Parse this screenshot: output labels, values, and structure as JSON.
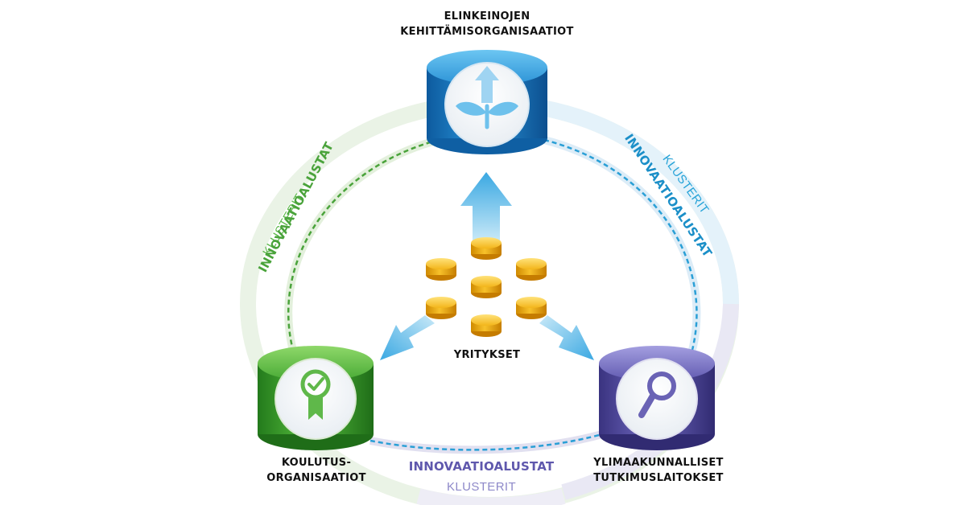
{
  "nodes": {
    "top": {
      "line1": "ELINKEINOJEN",
      "line2": "KEHITTÄMISORGANISAATIOT",
      "icon": "sprout-icon"
    },
    "left": {
      "line1": "KOULUTUS-",
      "line2": "ORGANISAATIOT",
      "icon": "award-ribbon-icon"
    },
    "right": {
      "line1": "YLIMAAKUNNALLISET",
      "line2": "TUTKIMUSLAITOKSET",
      "icon": "magnifier-icon"
    }
  },
  "center": {
    "label": "YRITYKSET",
    "icon": "coin-stack-icon"
  },
  "arcs": {
    "left": {
      "thin": "KLUSTERIT",
      "bold": "INNOVAATIOALUSTAT",
      "color": "#5cb84a"
    },
    "right": {
      "thin": "KLUSTERIT",
      "bold": "INNOVAATIOALUSTAT",
      "color": "#27a3d8"
    },
    "bottom": {
      "thin": "KLUSTERIT",
      "bold": "INNOVAATIOALUSTAT",
      "color": "#6a66b3"
    }
  },
  "colors": {
    "blue": "#1e7fc4",
    "green": "#3aa535",
    "purple": "#5a52a4",
    "gold": "#f2b416",
    "arrow": "#4db4e6"
  }
}
